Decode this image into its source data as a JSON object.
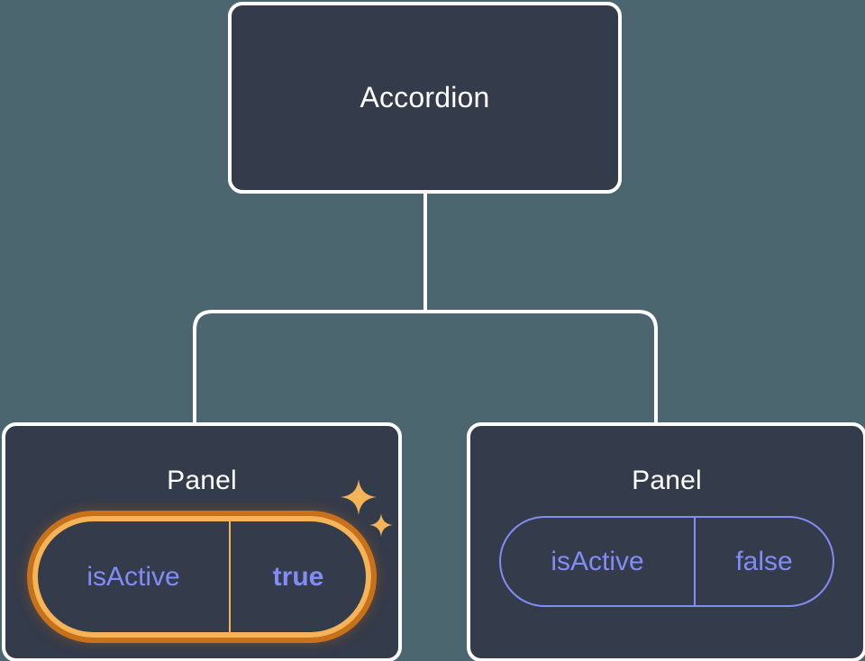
{
  "diagram": {
    "type": "component-tree",
    "background_color": "#4c6670",
    "node_fill": "#343b4a",
    "node_border": "#ffffff",
    "connector_color": "#ffffff",
    "accent_highlight": "#f5b457",
    "accent_highlight_outer": "#c8711a",
    "prop_color": "#828cf7",
    "root": {
      "label": "Accordion"
    },
    "children": [
      {
        "label": "Panel",
        "highlighted": true,
        "prop": {
          "key": "isActive",
          "value": "true",
          "bold_value": true
        },
        "decoration": "sparkles"
      },
      {
        "label": "Panel",
        "highlighted": false,
        "prop": {
          "key": "isActive",
          "value": "false",
          "bold_value": false
        },
        "decoration": "none"
      }
    ]
  }
}
